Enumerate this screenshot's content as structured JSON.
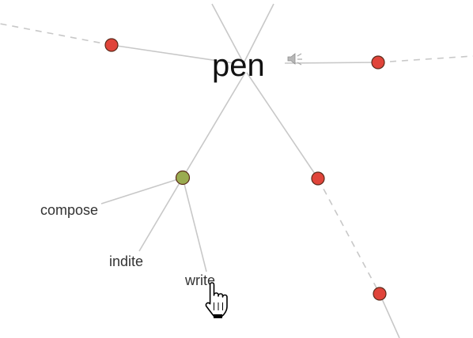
{
  "main_word": "pen",
  "related_words": {
    "compose": "compose",
    "indite": "indite",
    "write": "write"
  },
  "colors": {
    "edge": "#c8c8c8",
    "sense_node_noun": "#e0443a",
    "sense_node_verb": "#9aab50",
    "node_outline": "#5a2a1a",
    "main_text": "#111111",
    "word_text": "#333333"
  },
  "icons": {
    "pronunciation": "speaker-icon",
    "cursor": "hand-pointer-cursor-icon"
  }
}
